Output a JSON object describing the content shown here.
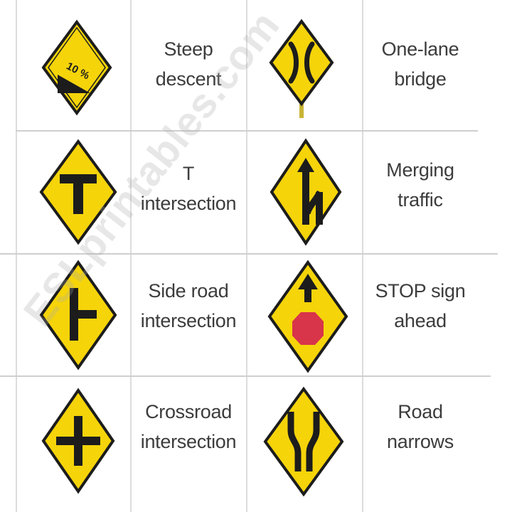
{
  "colors": {
    "sign_yellow": "#f5d40a",
    "sign_border": "#1c1c1c",
    "stop_red": "#d8344a",
    "grid_line": "#d6d6d6",
    "text": "#3c3c3c"
  },
  "signs": [
    {
      "icon": "steep-descent-sign-icon",
      "label_lines": [
        "Steep",
        "descent"
      ],
      "sign_text": "10 %"
    },
    {
      "icon": "one-lane-bridge-sign-icon",
      "label_lines": [
        "One-lane",
        "bridge"
      ]
    },
    {
      "icon": "t-intersection-sign-icon",
      "label_lines": [
        "T",
        "intersection"
      ]
    },
    {
      "icon": "merging-traffic-sign-icon",
      "label_lines": [
        "Merging",
        "traffic"
      ]
    },
    {
      "icon": "side-road-intersection-sign-icon",
      "label_lines": [
        "Side road",
        "intersection"
      ]
    },
    {
      "icon": "stop-sign-ahead-sign-icon",
      "label_lines": [
        "STOP sign",
        "ahead"
      ]
    },
    {
      "icon": "crossroad-intersection-sign-icon",
      "label_lines": [
        "Crossroad",
        "intersection"
      ]
    },
    {
      "icon": "road-narrows-sign-icon",
      "label_lines": [
        "Road",
        "narrows"
      ]
    }
  ],
  "watermark": "ESLprintables.com"
}
